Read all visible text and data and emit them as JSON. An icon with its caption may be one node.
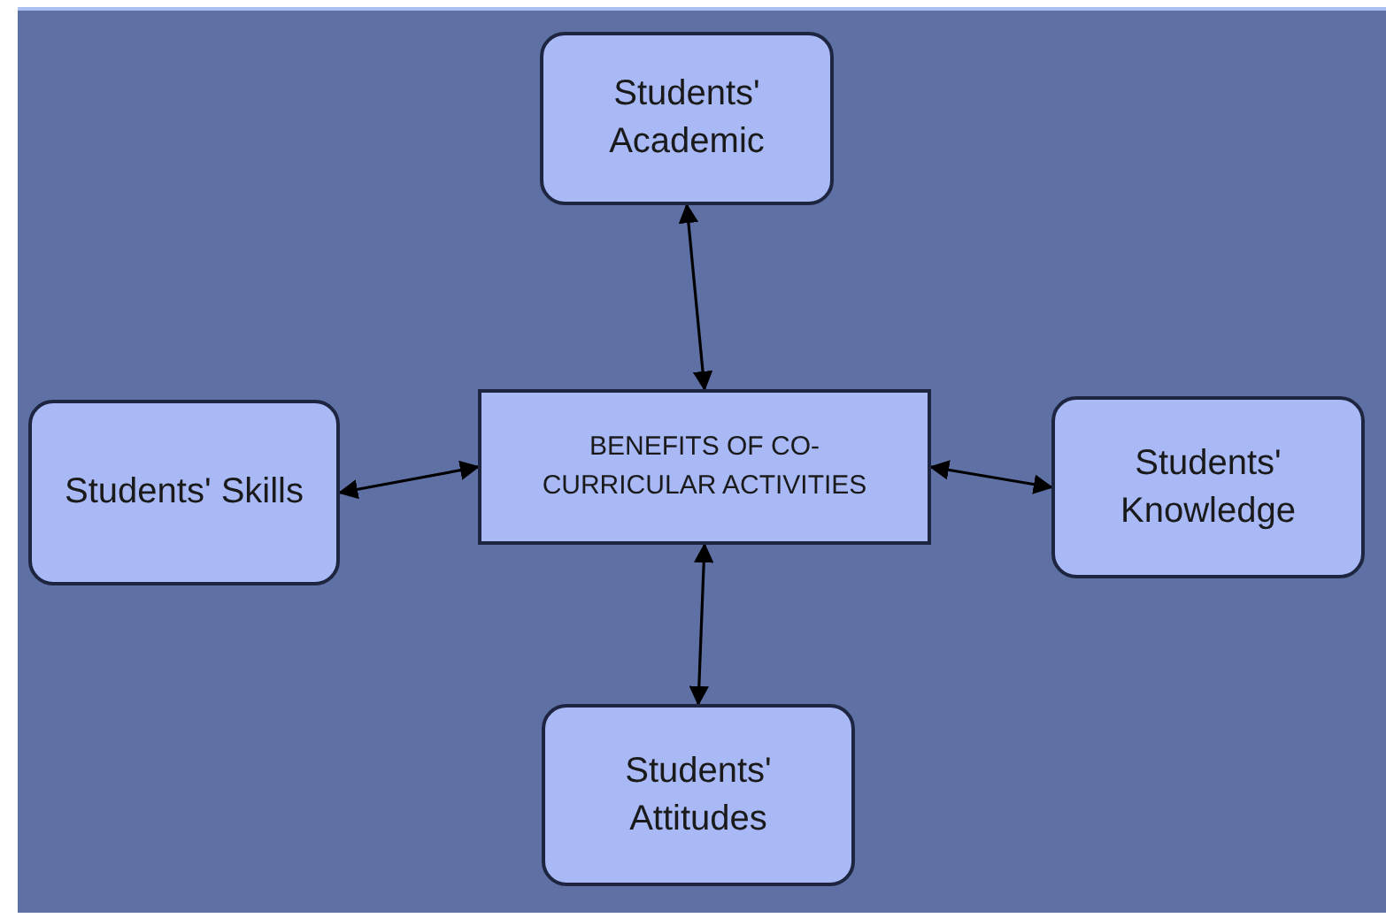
{
  "diagram": {
    "nodes": [
      {
        "text": [
          "BENEFITS OF CO-CURRICULAR ACTIVITIES"
        ]
      },
      {
        "text": [
          "Students' Academic"
        ]
      },
      {
        "text": [
          "Students' Skills"
        ]
      },
      {
        "text": [
          "Students' Knowledge"
        ]
      },
      {
        "text": [
          "Students' Attitudes"
        ]
      }
    ],
    "edges": [
      {
        "from": 0,
        "to": 1,
        "arrow": "both"
      },
      {
        "from": 0,
        "to": 2,
        "arrow": "both"
      },
      {
        "from": 0,
        "to": 3,
        "arrow": "both"
      },
      {
        "from": 0,
        "to": 4,
        "arrow": "both"
      }
    ]
  }
}
